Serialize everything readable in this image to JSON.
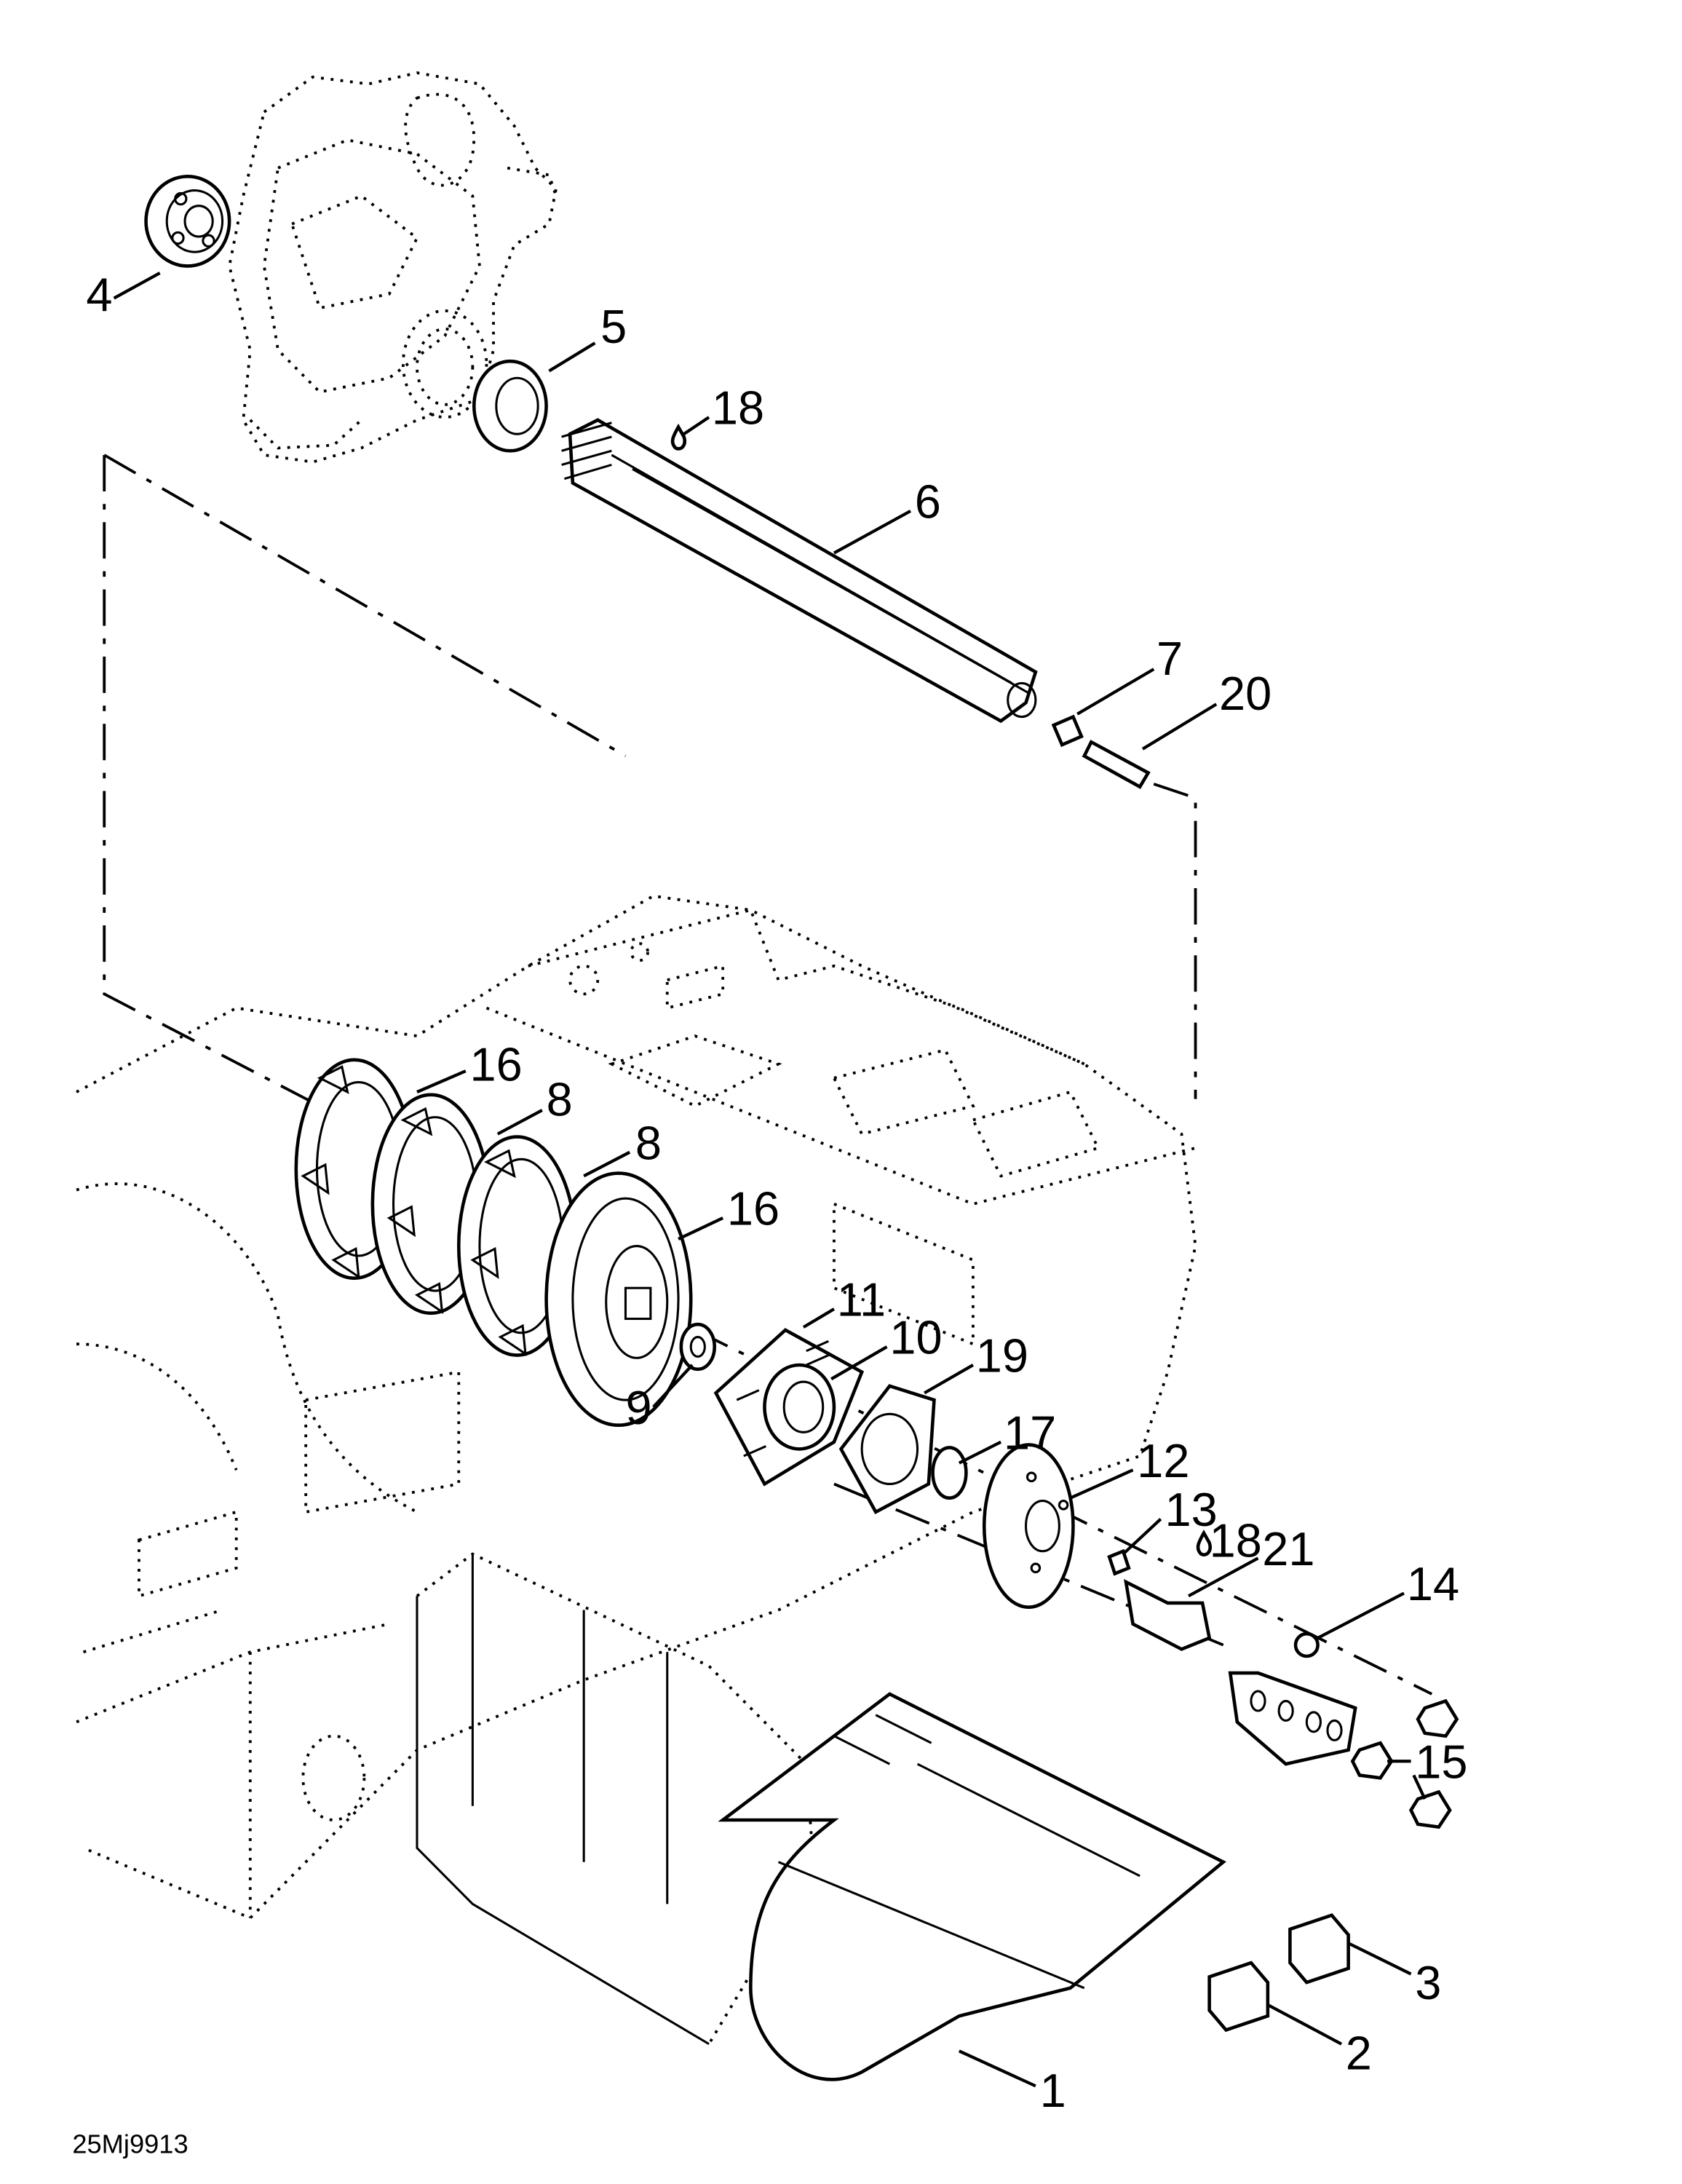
{
  "figure_code": "25Mj9913",
  "callouts": [
    {
      "id": "c1",
      "label": "1"
    },
    {
      "id": "c2",
      "label": "2"
    },
    {
      "id": "c3",
      "label": "3"
    },
    {
      "id": "c4",
      "label": "4"
    },
    {
      "id": "c5",
      "label": "5"
    },
    {
      "id": "c6",
      "label": "6"
    },
    {
      "id": "c7",
      "label": "7"
    },
    {
      "id": "c8a",
      "label": "8"
    },
    {
      "id": "c8b",
      "label": "8"
    },
    {
      "id": "c9",
      "label": "9"
    },
    {
      "id": "c10",
      "label": "10"
    },
    {
      "id": "c11",
      "label": "11"
    },
    {
      "id": "c12",
      "label": "12"
    },
    {
      "id": "c13",
      "label": "13"
    },
    {
      "id": "c14",
      "label": "14"
    },
    {
      "id": "c15",
      "label": "15"
    },
    {
      "id": "c16a",
      "label": "16"
    },
    {
      "id": "c16b",
      "label": "16"
    },
    {
      "id": "c17",
      "label": "17"
    },
    {
      "id": "c18a",
      "label": "18"
    },
    {
      "id": "c18b",
      "label": "18"
    },
    {
      "id": "c19",
      "label": "19"
    },
    {
      "id": "c20",
      "label": "20"
    },
    {
      "id": "c21",
      "label": "21"
    }
  ]
}
